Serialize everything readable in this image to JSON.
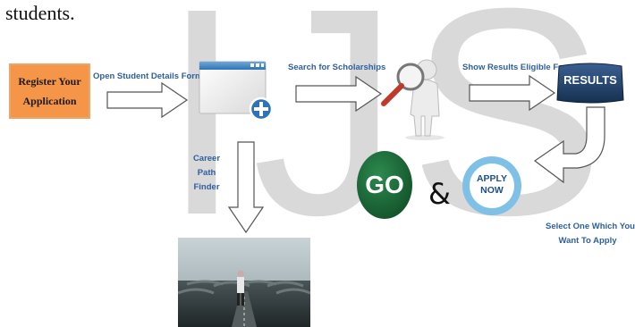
{
  "intro_text": "students.",
  "watermark": "IJS",
  "register_box": {
    "line1": "Register Your",
    "line2": "Application",
    "color": "#f59547"
  },
  "steps": {
    "open_form": "Open Student Details Form",
    "search": "Search for Scholarships",
    "show_results": "Show Results Eligible For",
    "career_1": "Career",
    "career_2": "Path",
    "career_3": "Finder",
    "select_1": "Select One Which You",
    "select_2": "Want To Apply"
  },
  "results_badge": "RESULTS",
  "go_badge": "GO",
  "ampersand": "&",
  "apply_badge": {
    "line1": "APPLY",
    "line2": "NOW"
  },
  "colors": {
    "label_blue": "#2e5f9e",
    "results_navy": "#1f3f6e",
    "go_green": "#1c6b3a",
    "apply_blue": "#7fc0e6"
  }
}
